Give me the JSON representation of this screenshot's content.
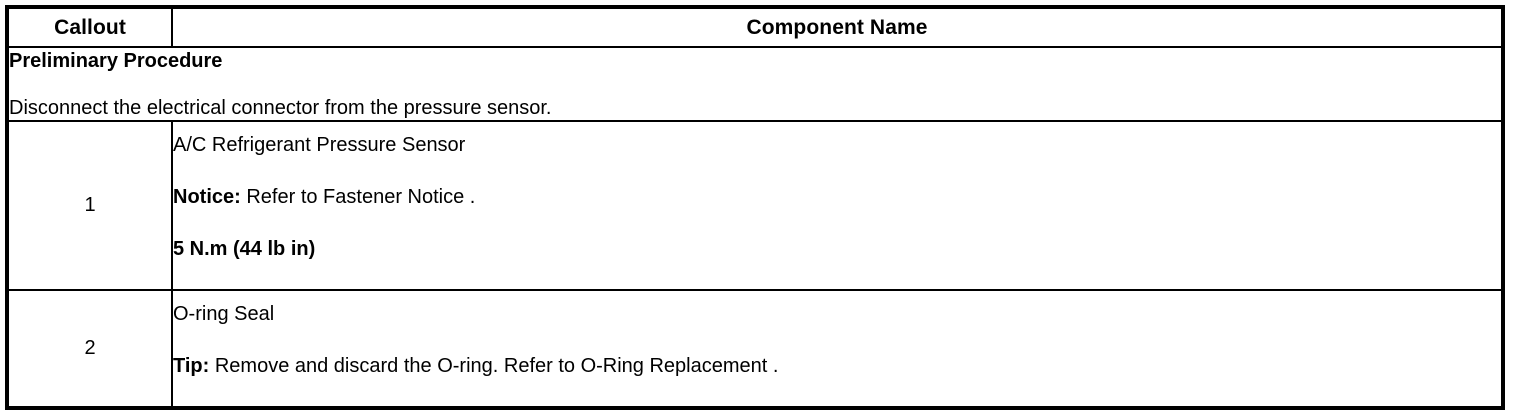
{
  "table": {
    "headers": {
      "callout": "Callout",
      "component_name": "Component Name"
    },
    "preliminary": {
      "title": "Preliminary Procedure",
      "step": "Disconnect the electrical connector from the pressure sensor."
    },
    "rows": [
      {
        "callout": "1",
        "name": "A/C Refrigerant Pressure Sensor",
        "notice_label": "Notice:",
        "notice_text": " Refer to Fastener Notice .",
        "torque": "5 N.m (44 lb in)"
      },
      {
        "callout": "2",
        "name": "O-ring Seal",
        "tip_label": "Tip:",
        "tip_text": " Remove and discard the O-ring. Refer to O-Ring Replacement ."
      }
    ]
  },
  "colors": {
    "border": "#000000",
    "text": "#000000",
    "background": "#ffffff"
  }
}
